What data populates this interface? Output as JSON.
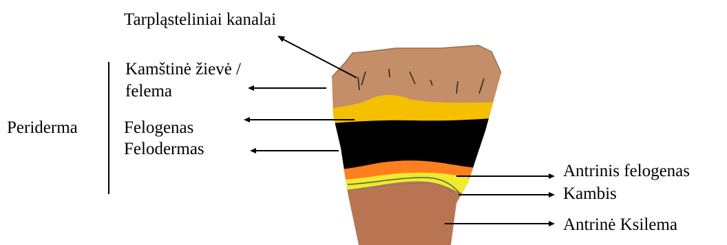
{
  "labels": {
    "intercellular_channels": "Tarpląsteliniai kanalai",
    "cork_line1": "Kamštinė žievė /",
    "cork_line2": "felema",
    "phellogen": "Felogenas",
    "phelloderm": "Felodermas",
    "periderm": "Periderma",
    "secondary_phellogen": "Antrinis felogenas",
    "cambium": "Kambis",
    "secondary_xylem": "Antrinė Ksilema"
  },
  "colors": {
    "cork": "#c38e68",
    "phellogen": "#f5c000",
    "phelloderm": "#000000",
    "secondary_phellogen": "#ff7f1f",
    "cambium": "#eeea2c",
    "xylem": "#b97552",
    "text": "#000000"
  }
}
